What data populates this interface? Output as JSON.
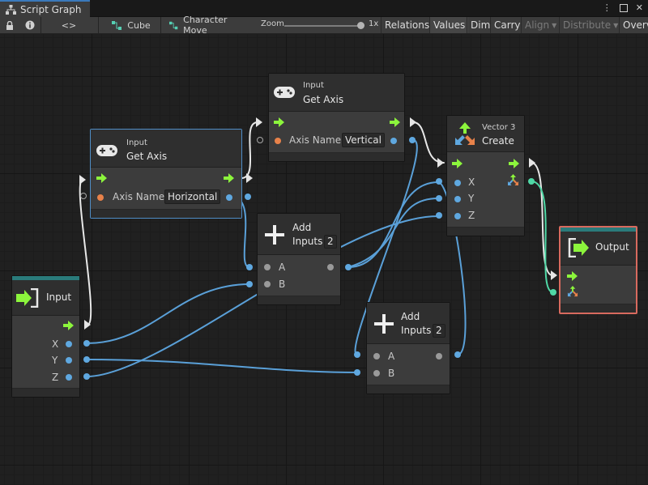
{
  "window": {
    "tab_title": "Script Graph",
    "menu_glyph": "⋮",
    "minimize_glyph": "▫"
  },
  "toolbar": {
    "inspect_glyph": "<>",
    "breadcrumbs": [
      "Cube",
      "Character Move"
    ],
    "zoom_label": "Zoom",
    "zoom_value": "1x",
    "buttons": [
      {
        "label": "Relations",
        "active": false,
        "enabled": true
      },
      {
        "label": "Values",
        "active": true,
        "enabled": true
      },
      {
        "label": "Dim",
        "active": false,
        "enabled": true
      },
      {
        "label": "Carry",
        "active": false,
        "enabled": true
      },
      {
        "label": "Align",
        "active": false,
        "enabled": false
      },
      {
        "label": "Distribute",
        "active": false,
        "enabled": false
      },
      {
        "label": "Overv",
        "active": false,
        "enabled": true
      }
    ]
  },
  "nodes": {
    "get_axis_vertical": {
      "category": "Input",
      "title": "Get Axis",
      "axis_label": "Axis Name",
      "axis_value": "Vertical"
    },
    "get_axis_horizontal": {
      "category": "Input",
      "title": "Get Axis",
      "axis_label": "Axis Name",
      "axis_value": "Horizontal"
    },
    "vector3_create": {
      "category": "Vector 3",
      "title": "Create",
      "ports": [
        "X",
        "Y",
        "Z"
      ]
    },
    "add_top": {
      "title_line1": "Add",
      "title_line2": "Inputs",
      "inputs_count": "2",
      "ports": [
        "A",
        "B"
      ]
    },
    "add_bottom": {
      "title_line1": "Add",
      "title_line2": "Inputs",
      "inputs_count": "2",
      "ports": [
        "A",
        "B"
      ]
    },
    "input": {
      "title": "Input",
      "ports": [
        "X",
        "Y",
        "Z"
      ]
    },
    "output": {
      "title": "Output"
    }
  },
  "colors": {
    "flow_arrow": "#8cf53c",
    "value_port": "#5fa8e0",
    "vector_port": "#4fd8a6",
    "selected_border": "#4f8dc6",
    "output_border": "#d86a5e",
    "header_teal": "#2a7b7b"
  }
}
